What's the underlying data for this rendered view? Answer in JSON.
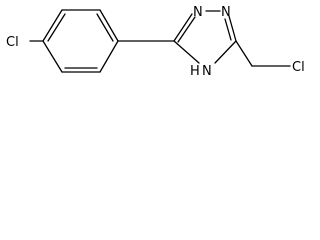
{
  "molecule": {
    "atoms": {
      "chloro_aryl": "Cl",
      "n1": "N",
      "n2": "N",
      "nh": "N",
      "nh_h": "H",
      "chloro_methyl": "Cl"
    }
  },
  "colors": {
    "bond": "#000000",
    "background": "#ffffff"
  }
}
